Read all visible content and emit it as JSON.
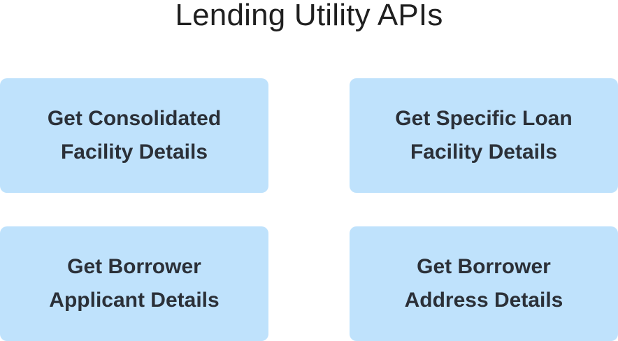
{
  "title": "Lending Utility APIs",
  "colors": {
    "card_fill": "#bfe2fc",
    "card_text": "#2b3038",
    "title_text": "#1f1f1f"
  },
  "apis": [
    {
      "label": "Get Consolidated\nFacility Details"
    },
    {
      "label": "Get Specific Loan\nFacility Details"
    },
    {
      "label": "Get Borrower\nApplicant Details"
    },
    {
      "label": "Get Borrower\nAddress Details"
    }
  ]
}
